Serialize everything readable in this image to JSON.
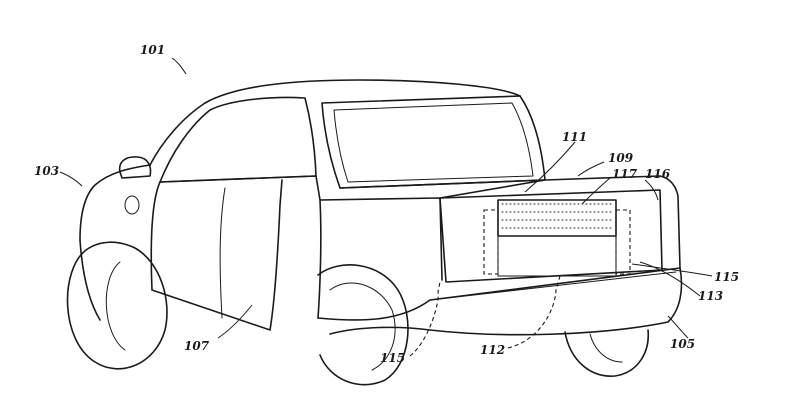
{
  "labels": {
    "vehicle": "101",
    "front_end": "103",
    "rear_end": "105",
    "door": "107",
    "tailgate_region": "109",
    "cargo_bed": "111",
    "rear_panel": "112",
    "bumper_edge": "113",
    "hidden_member_left": "115",
    "hidden_member_right": "115",
    "tail_panel": "116",
    "storage_panel": "117"
  }
}
